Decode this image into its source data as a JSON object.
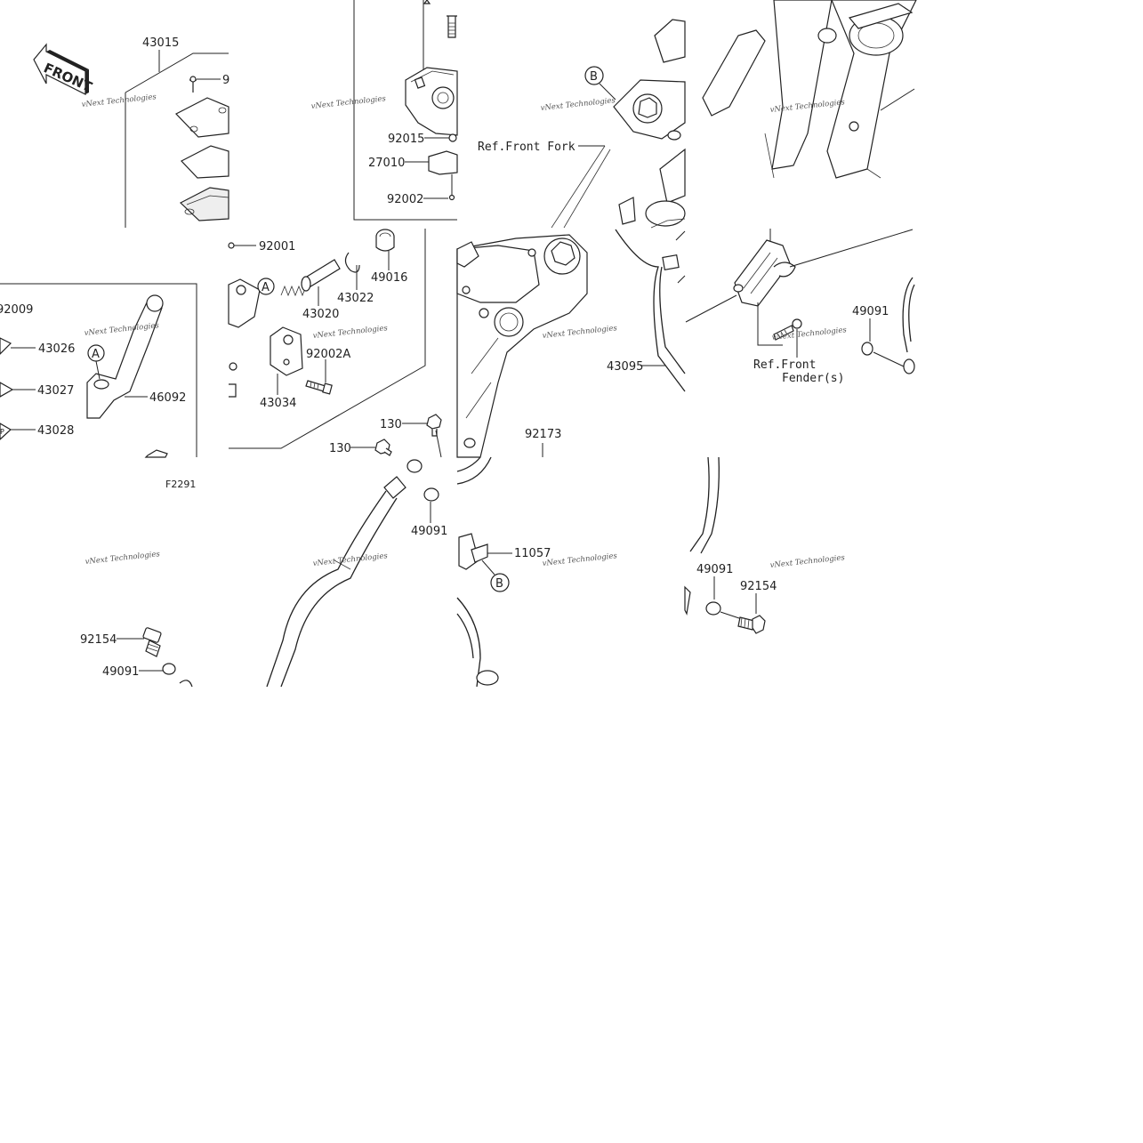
{
  "front_badge": {
    "text": "FRONT"
  },
  "figure_code": "F2291",
  "watermark": {
    "text": "vNext Technologies"
  },
  "callouts": {
    "circle_a": "A",
    "circle_b": "B"
  },
  "references": {
    "front_fork": "Ref.Front Fork",
    "front_fender_line1": "Ref.Front",
    "front_fender_line2": "Fender(s)"
  },
  "part_labels": {
    "p43015": "43015",
    "p9": "9",
    "p92015": "92015",
    "p27010": "27010",
    "p92002": "92002",
    "p92001": "92001",
    "p43020": "43020",
    "p43022": "43022",
    "p49016": "49016",
    "p92002a": "92002A",
    "p43034": "43034",
    "p92009": "92009",
    "p43026": "43026",
    "p43027": "43027",
    "p43028": "43028",
    "p46092": "46092",
    "p130a": "130",
    "p130b": "130",
    "p49091_mid": "49091",
    "p92173": "92173",
    "p43095": "43095",
    "p11057": "11057",
    "p49091_right": "49091",
    "p49091_low": "49091",
    "p92154_low": "92154",
    "p92154_left": "92154",
    "p49091_left": "49091"
  }
}
